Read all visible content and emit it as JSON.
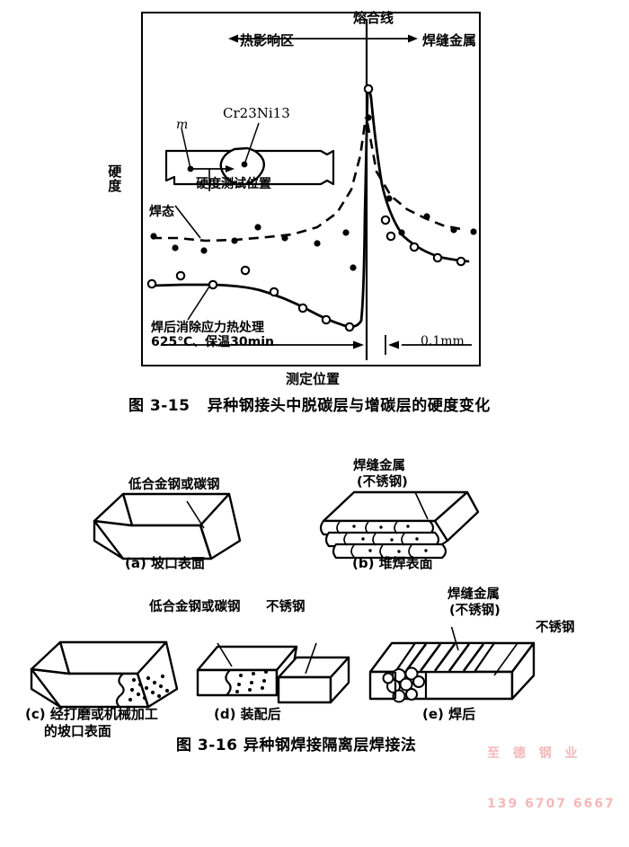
{
  "figure_315": {
    "caption": "图 3-15   异种钢接头中脱碳层与增碳层的硬度变化",
    "axis": {
      "y_label": "硬度",
      "x_label": "测定位置"
    },
    "annotations": {
      "fusion_line": "熔合线",
      "haz": "热影响区",
      "weld_metal": "焊缝金属",
      "inset_alloy": "Cr23Ni13",
      "inset_m": "m",
      "inset_test_position": "硬度测试位置",
      "series_as_welded": "焊态",
      "series_pwht": "焊后消除应力热处理\n625℃、保温30min",
      "scale_bar": "0.1mm"
    },
    "chart_data": {
      "type": "line",
      "title": "异种钢接头中脱碳层与增碳层的硬度变化",
      "xlabel": "测定位置",
      "ylabel": "硬度",
      "xlim": [
        0,
        378
      ],
      "ylim": [
        0,
        395
      ],
      "grid": false,
      "legend_position": "inline-annotations",
      "fusion_line_x": 251,
      "scale_bar_value": "0.1mm",
      "series": [
        {
          "name": "焊态",
          "marker": "filled-circle",
          "line": "dashed",
          "curve": [
            [
              12,
              252
            ],
            [
              40,
              252
            ],
            [
              72,
              255
            ],
            [
              105,
              254
            ],
            [
              140,
              251
            ],
            [
              168,
              248
            ],
            [
              196,
              240
            ],
            [
              218,
              224
            ],
            [
              234,
              198
            ],
            [
              244,
              160
            ],
            [
              250,
              118
            ],
            [
              256,
              150
            ],
            [
              264,
              182
            ],
            [
              278,
              205
            ],
            [
              296,
              220
            ],
            [
              316,
              230
            ],
            [
              336,
              238
            ],
            [
              352,
              242
            ]
          ],
          "points": [
            [
              14,
              250
            ],
            [
              38,
              263
            ],
            [
              70,
              266
            ],
            [
              104,
              255
            ],
            [
              130,
              240
            ],
            [
              160,
              252
            ],
            [
              196,
              258
            ],
            [
              228,
              246
            ],
            [
              252,
              120
            ],
            [
              276,
              208
            ],
            [
              288,
              245
            ],
            [
              318,
              230
            ],
            [
              348,
              243
            ],
            [
              372,
              245
            ]
          ]
        },
        {
          "name": "焊后消除应力热处理 625℃、保温30min",
          "marker": "open-circle",
          "line": "solid",
          "curve": [
            [
              12,
              305
            ],
            [
              46,
              304
            ],
            [
              80,
              304
            ],
            [
              118,
              306
            ],
            [
              150,
              313
            ],
            [
              178,
              324
            ],
            [
              204,
              337
            ],
            [
              222,
              346
            ],
            [
              236,
              351
            ],
            [
              244,
              345
            ],
            [
              248,
              300
            ],
            [
              250,
              200
            ],
            [
              252,
              120
            ],
            [
              254,
              86
            ],
            [
              258,
              130
            ],
            [
              266,
              196
            ],
            [
              280,
              240
            ],
            [
              300,
              262
            ],
            [
              322,
              272
            ],
            [
              344,
              276
            ],
            [
              362,
              278
            ]
          ],
          "points": [
            [
              12,
              303
            ],
            [
              44,
              294
            ],
            [
              80,
              304
            ],
            [
              116,
              288
            ],
            [
              148,
              305
            ],
            [
              180,
              322
            ],
            [
              208,
              337
            ],
            [
              232,
              349
            ],
            [
              254,
              84
            ],
            [
              276,
              234
            ],
            [
              282,
              250
            ],
            [
              306,
              264
            ],
            [
              330,
              275
            ],
            [
              352,
              279
            ]
          ]
        }
      ]
    }
  },
  "figure_316": {
    "caption": "图 3-16   异种钢焊接隔离层焊接法",
    "panels": [
      {
        "id": "a",
        "caption": "(a) 坡口表面",
        "labels": [
          "低合金钢或碳钢"
        ]
      },
      {
        "id": "b",
        "caption": "(b) 堆焊表面",
        "labels": [
          "焊缝金属",
          "(不锈钢)"
        ]
      },
      {
        "id": "c",
        "caption": "(c) 经打磨或机械加工\n    的坡口表面",
        "labels": []
      },
      {
        "id": "d",
        "caption": "(d) 装配后",
        "labels": [
          "低合金钢或碳钢",
          "不锈钢"
        ]
      },
      {
        "id": "e",
        "caption": "(e) 焊后",
        "labels": [
          "焊缝金属",
          "(不锈钢)",
          "不锈钢"
        ]
      }
    ]
  },
  "watermark": {
    "company": "至 德 钢 业",
    "phone": "139 6707 6667",
    "color": "#f3b9b9"
  }
}
